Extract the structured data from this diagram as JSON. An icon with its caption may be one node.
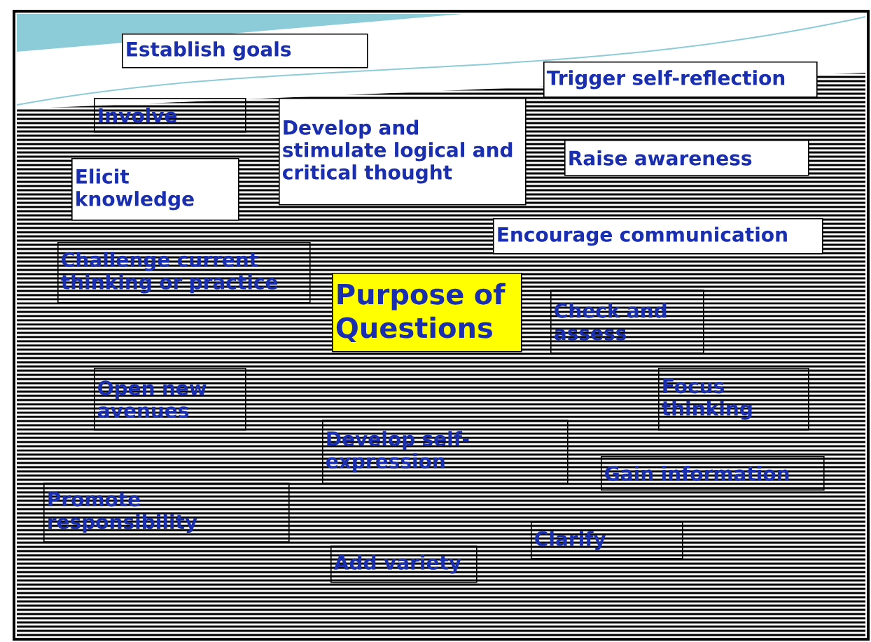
{
  "diagram": {
    "nodes": [
      {
        "text": [
          "Establish goals"
        ]
      },
      {
        "text": [
          "Trigger self-reflection"
        ]
      },
      {
        "text": [
          "Involve"
        ]
      },
      {
        "text": [
          "Develop and stimulate logical and critical thought"
        ]
      },
      {
        "text": [
          "Raise awareness"
        ]
      },
      {
        "text": [
          "Elicit knowledge"
        ]
      },
      {
        "text": [
          "Encourage communication"
        ]
      },
      {
        "text": [
          "Challenge current thinking or practice"
        ]
      },
      {
        "text": [
          "Purpose of Questions"
        ]
      },
      {
        "text": [
          "Check and assess"
        ]
      },
      {
        "text": [
          "Open new avenues"
        ]
      },
      {
        "text": [
          "Focus thinking"
        ]
      },
      {
        "text": [
          "Develop self-expression"
        ]
      },
      {
        "text": [
          "Gain information"
        ]
      },
      {
        "text": [
          "Promote responsibility"
        ]
      },
      {
        "text": [
          "Clarify"
        ]
      },
      {
        "text": [
          "Add variety"
        ]
      }
    ]
  }
}
